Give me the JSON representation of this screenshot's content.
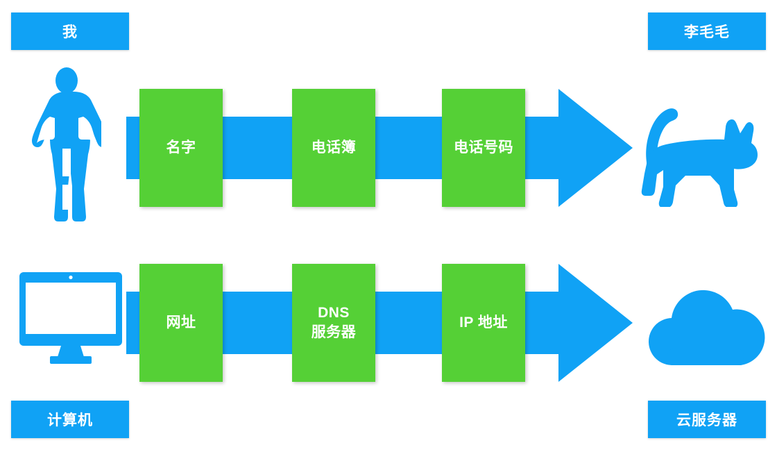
{
  "diagram": {
    "title": "DNS lookup explained by a phone-book analogy",
    "background": "#ffffff",
    "colors": {
      "blue": "#10A2F5",
      "green": "#55D036",
      "label_text": "#ffffff"
    }
  },
  "labels": {
    "top_left": "我",
    "top_right": "李毛毛",
    "bottom_left": "计算机",
    "bottom_right": "云服务器"
  },
  "rows": [
    {
      "id": "contacts",
      "start_icon": "person-icon",
      "end_icon": "cat-icon",
      "steps": [
        {
          "text": "名字"
        },
        {
          "text": "电话簿"
        },
        {
          "text": "电话号码"
        }
      ]
    },
    {
      "id": "dns",
      "start_icon": "monitor-icon",
      "end_icon": "cloud-icon",
      "steps": [
        {
          "text": "网址"
        },
        {
          "line1": "DNS",
          "line2": "服务器"
        },
        {
          "text": "IP 地址"
        }
      ]
    }
  ],
  "icons": {
    "person": "person-icon",
    "monitor": "monitor-icon",
    "cat": "cat-icon",
    "cloud": "cloud-icon",
    "arrow": "right-arrow-icon"
  }
}
